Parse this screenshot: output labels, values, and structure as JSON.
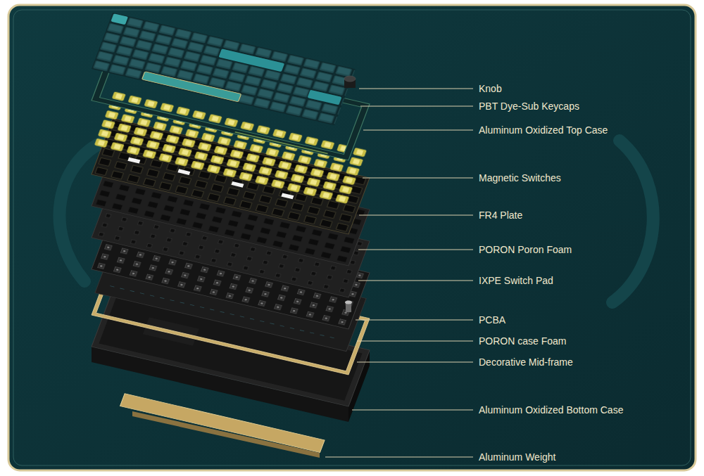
{
  "diagram": {
    "labels": [
      "Knob",
      "PBT Dye-Sub Keycaps",
      "Aluminum Oxidized Top Case",
      "Magnetic Switches",
      "FR4 Plate",
      "PORON Poron Foam",
      "IXPE Switch Pad",
      "PCBA",
      "PORON case Foam",
      "Decorative Mid-frame",
      "Aluminum Oxidized Bottom Case",
      "Aluminum Weight"
    ]
  }
}
